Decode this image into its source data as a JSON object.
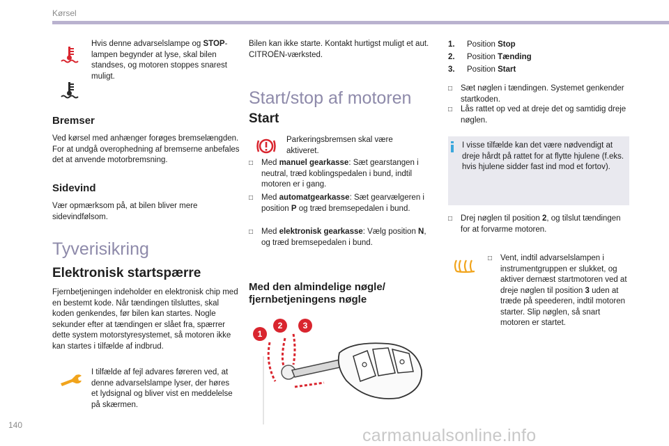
{
  "header": {
    "section": "Kørsel",
    "page_number": "140"
  },
  "col1": {
    "warn_block": {
      "text_pre": "Hvis denne advarselslampe og ",
      "stop_bold": "STOP",
      "text_post": "-lampen begynder at lyse, skal bilen standses, og motoren stoppes snarest muligt."
    },
    "bremser": {
      "heading": "Bremser",
      "text": "Ved kørsel med anhænger forøges bremselængden. For at undgå overophedning af bremserne anbefales det at anvende motorbremsning."
    },
    "sidevind": {
      "heading": "Sidevind",
      "text": "Vær opmærksom på, at bilen bliver mere sidevindfølsom."
    },
    "tyveri": {
      "heading": "Tyverisikring",
      "subheading": "Elektronisk startspærre",
      "text": "Fjernbetjeningen indeholder en elektronisk chip med en bestemt kode. Når tændingen tilsluttes, skal koden genkendes, før bilen kan startes. Nogle sekunder efter at tændingen er slået fra, spærrer dette system motorstyresystemet, så motoren ikke kan startes i tilfælde af indbrud.",
      "fault_note": "I tilfælde af fejl advares føreren ved, at denne advarselslampe lyser, der høres et lydsignal og bliver vist en meddelelse på skærmen."
    }
  },
  "col2": {
    "top_text": "Bilen kan ikke starte. Kontakt hurtigst muligt et aut. CITROËN-værksted.",
    "section_heading": "Start/stop af motoren",
    "start_heading": "Start",
    "parking_note": "Parkeringsbremsen skal være aktiveret.",
    "bullets": [
      {
        "pre": "Med ",
        "bold": "manuel gearkasse",
        "post": ": Sæt gearstangen i neutral, træd koblingspedalen i bund, indtil motoren er i gang."
      },
      {
        "pre": "Med ",
        "bold": "automatgearkasse",
        "post": ": Sæt gearvælgeren i position ",
        "bold2": "P",
        "post2": " og træd bremsepedalen i bund."
      },
      {
        "pre": "Med ",
        "bold": "elektronisk gearkasse",
        "post": ": Vælg position ",
        "bold2": "N",
        "post2": ", og træd bremsepedalen i bund."
      }
    ],
    "key_heading_line1": "Med den almindelige nøgle/",
    "key_heading_line2": "fjernbetjeningens nøgle",
    "key_labels": [
      "1",
      "2",
      "3"
    ]
  },
  "col3": {
    "positions": [
      {
        "num": "1.",
        "text": "Position ",
        "bold": "Stop"
      },
      {
        "num": "2.",
        "text": "Position ",
        "bold": "Tænding"
      },
      {
        "num": "3.",
        "text": "Position ",
        "bold": "Start"
      }
    ],
    "bullets_a": [
      "Sæt nøglen i tændingen. Systemet genkender startkoden.",
      "Lås rattet op ved at dreje det og samtidig dreje nøglen."
    ],
    "info_text": "I visse tilfælde kan det være nødvendigt at dreje hårdt på rattet for at flytte hjulene (f.eks. hvis hjulene sidder fast ind mod et fortov).",
    "bullet_b": {
      "pre": "Drej nøglen til position ",
      "bold": "2",
      "post": ", og tilslut tændingen for at forvarme motoren."
    },
    "bullet_c": {
      "pre": "Vent, indtil advarselslampen i instrumentgruppen er slukket, og aktiver dernæst startmotoren ved at dreje nøglen til position ",
      "bold": "3",
      "post": " uden at træde på speederen, indtil motoren starter. Slip nøglen, så snart motoren er startet."
    }
  },
  "watermark": "carmanualsonline.info",
  "colors": {
    "accent_red": "#d9252e",
    "heading_purple": "#8e8aaa",
    "info_blue": "#3aa7dc",
    "amber": "#f1a41c"
  }
}
